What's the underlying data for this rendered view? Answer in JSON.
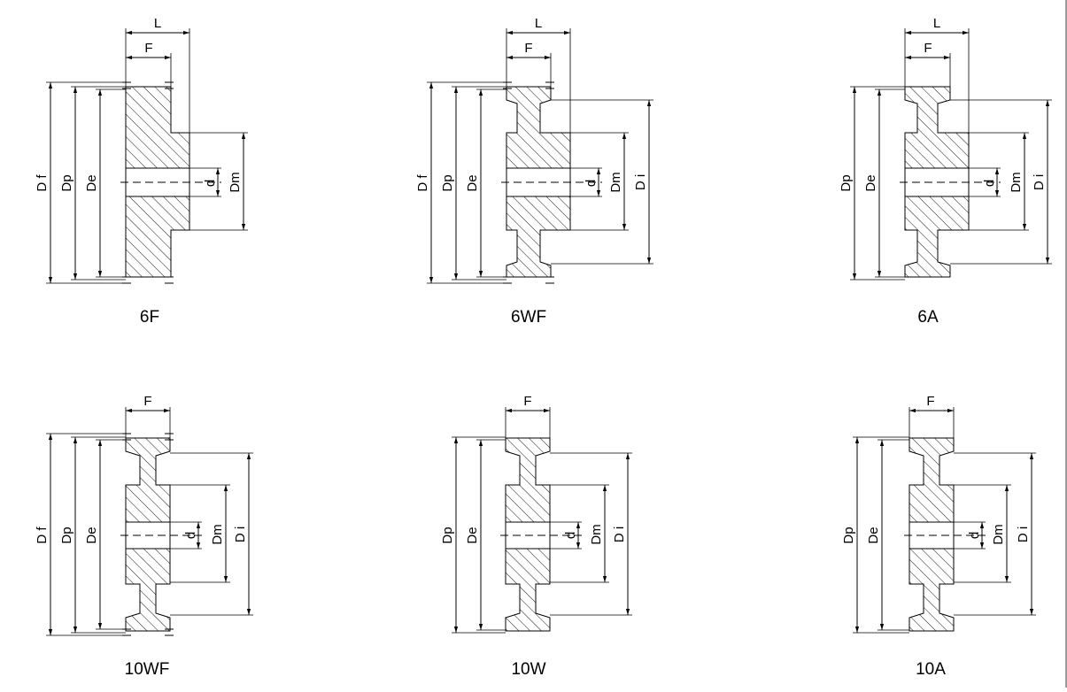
{
  "colors": {
    "line": "#000000",
    "hatch": "#000000",
    "background": "#ffffff"
  },
  "views": [
    {
      "id": "6f",
      "caption": "6F",
      "labels": {
        "L": "L",
        "F": "F",
        "Df": "D f",
        "Dp": "Dp",
        "De": "De",
        "d": "d",
        "Dm": "Dm"
      }
    },
    {
      "id": "6wf",
      "caption": "6WF",
      "labels": {
        "L": "L",
        "F": "F",
        "Df": "D f",
        "Dp": "Dp",
        "De": "De",
        "d": "d",
        "Dm": "Dm",
        "Di": "D i"
      }
    },
    {
      "id": "6a",
      "caption": "6A",
      "labels": {
        "L": "L",
        "F": "F",
        "Dp": "Dp",
        "De": "De",
        "d": "d",
        "Dm": "Dm",
        "Di": "D i"
      }
    },
    {
      "id": "10wf",
      "caption": "10WF",
      "labels": {
        "F": "F",
        "Df": "D f",
        "Dp": "Dp",
        "De": "De",
        "d": "d",
        "Dm": "Dm",
        "Di": "D i"
      }
    },
    {
      "id": "10w",
      "caption": "10W",
      "labels": {
        "F": "F",
        "Dp": "Dp",
        "De": "De",
        "d": "d",
        "Dm": "Dm",
        "Di": "D i"
      }
    },
    {
      "id": "10a",
      "caption": "10A",
      "labels": {
        "F": "F",
        "Dp": "Dp",
        "De": "De",
        "d": "d",
        "Dm": "Dm",
        "Di": "D i"
      }
    }
  ]
}
